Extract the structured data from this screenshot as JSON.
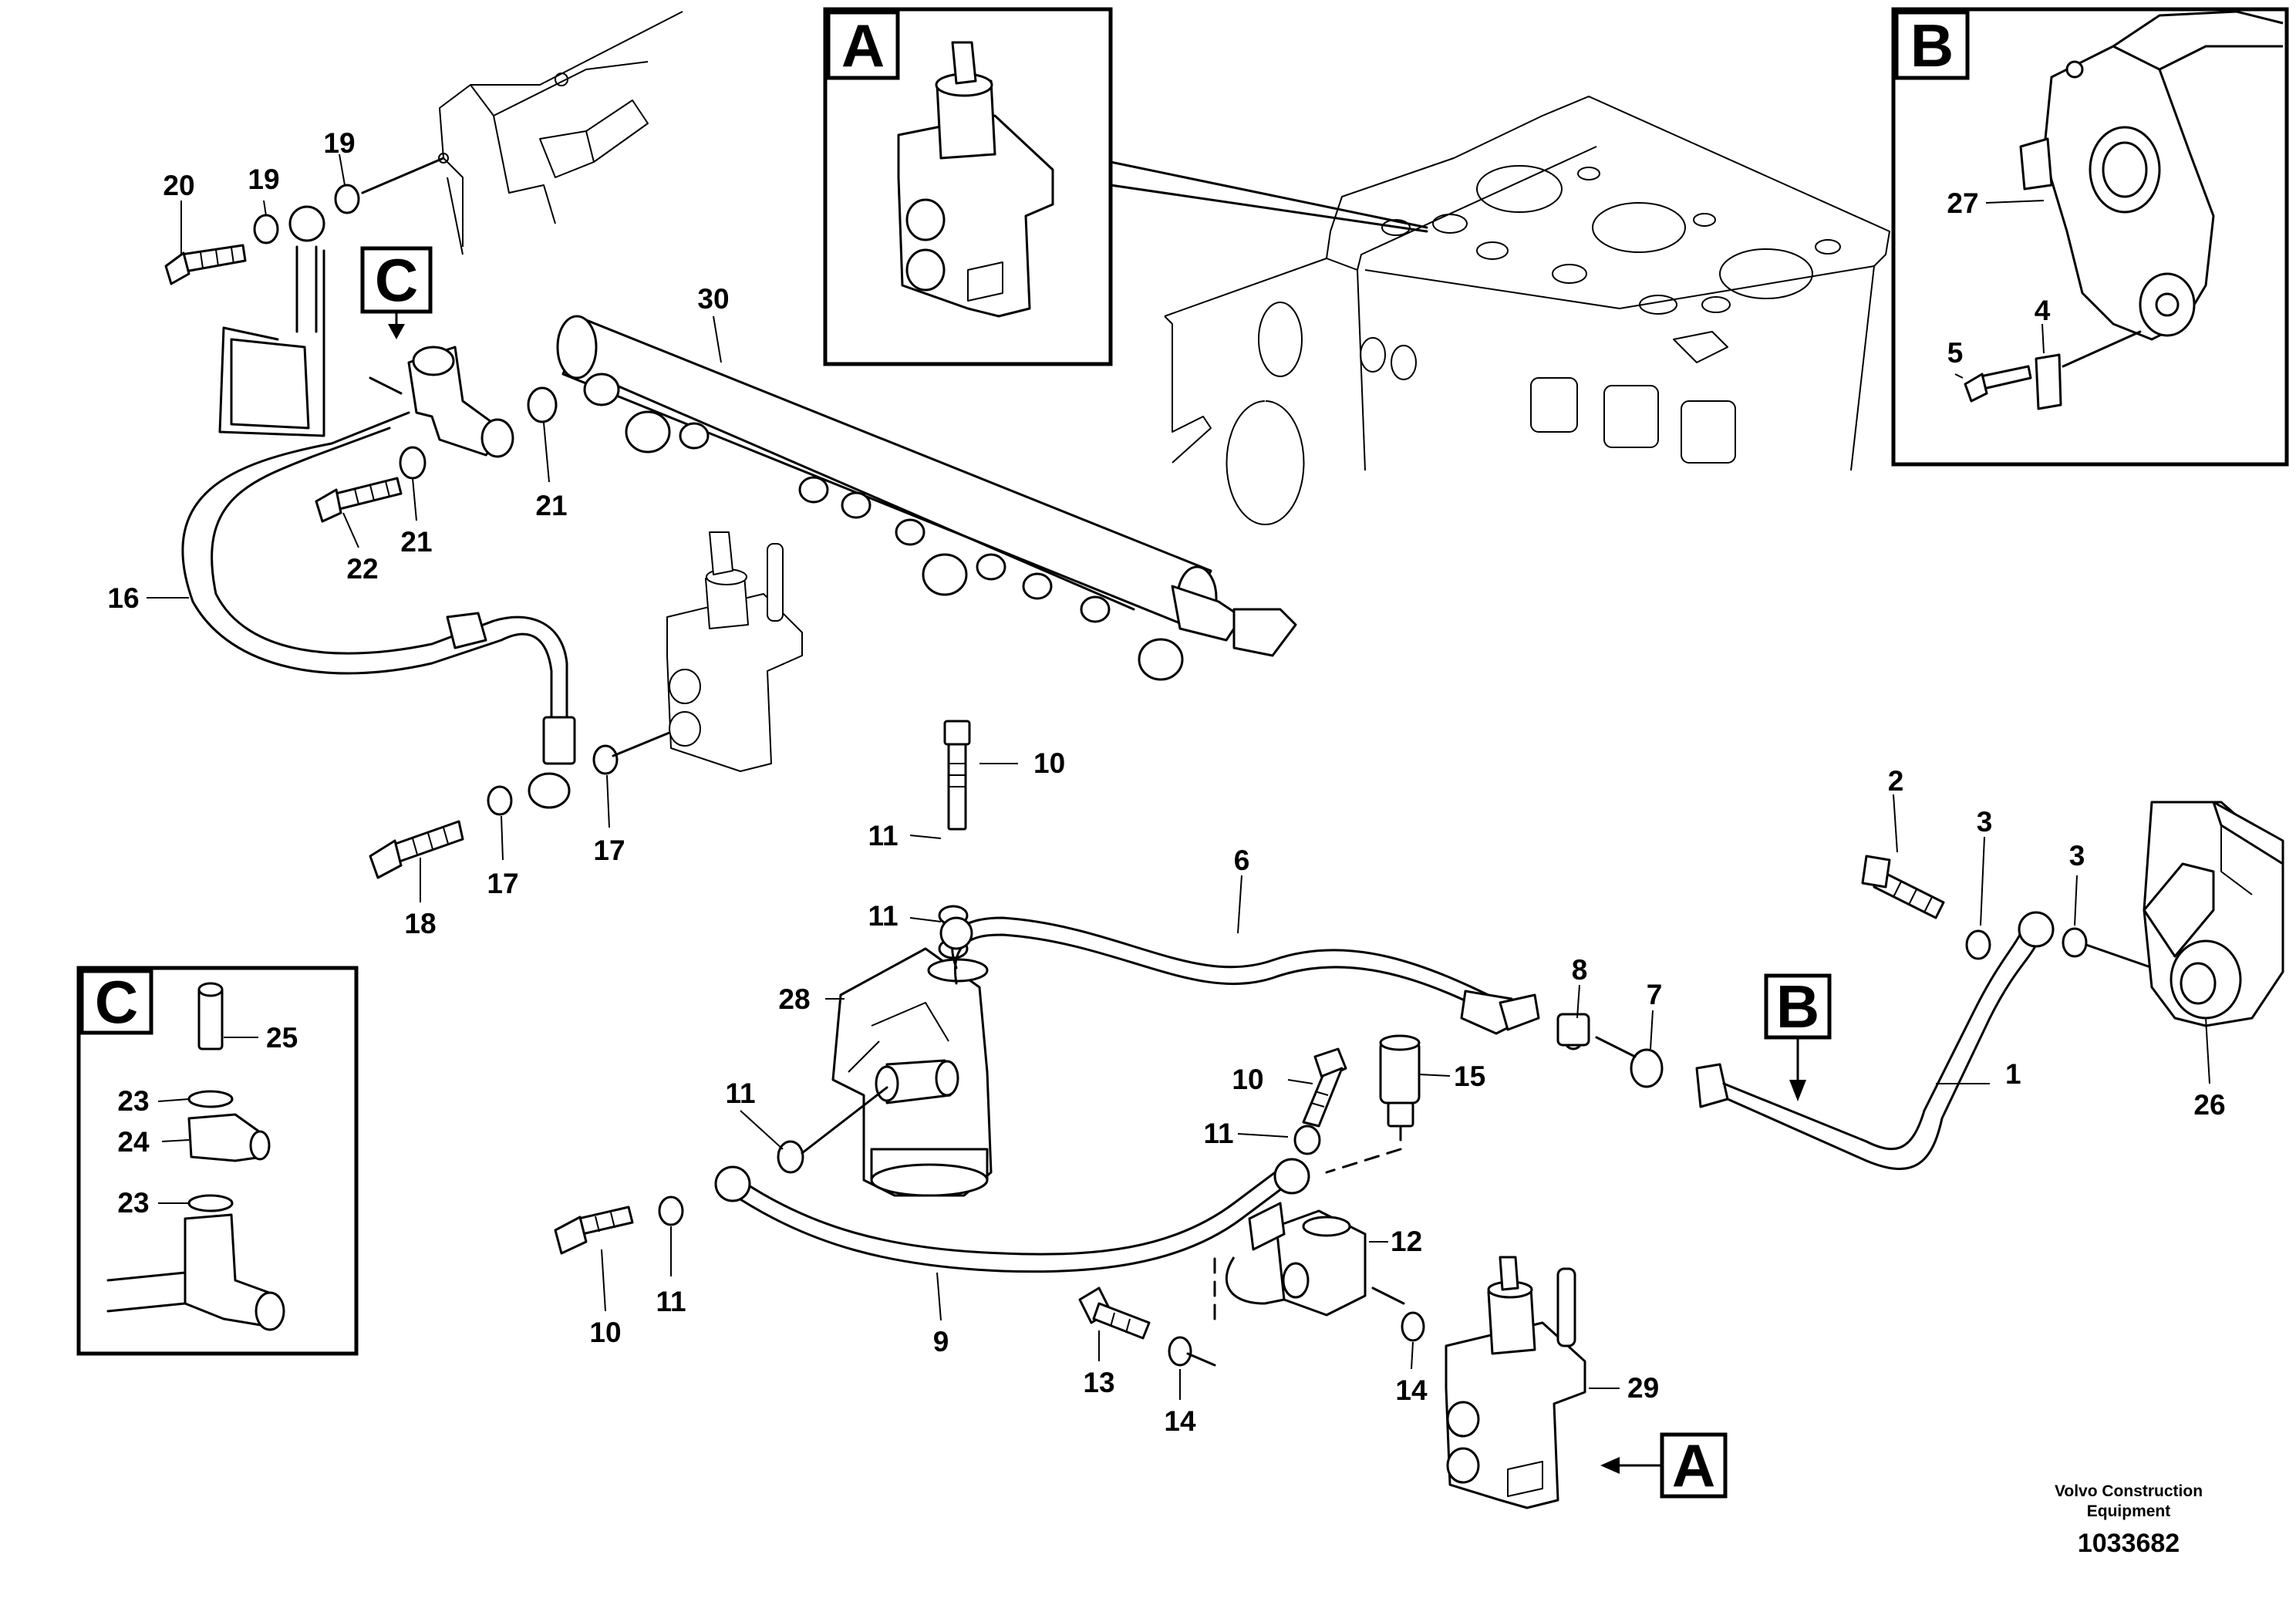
{
  "callouts": [
    {
      "id": "c1",
      "text": "1"
    },
    {
      "id": "c2",
      "text": "2"
    },
    {
      "id": "c3a",
      "text": "3"
    },
    {
      "id": "c3b",
      "text": "3"
    },
    {
      "id": "c4",
      "text": "4"
    },
    {
      "id": "c5",
      "text": "5"
    },
    {
      "id": "c6",
      "text": "6"
    },
    {
      "id": "c7",
      "text": "7"
    },
    {
      "id": "c8",
      "text": "8"
    },
    {
      "id": "c9",
      "text": "9"
    },
    {
      "id": "c10a",
      "text": "10"
    },
    {
      "id": "c10b",
      "text": "10"
    },
    {
      "id": "c10c",
      "text": "10"
    },
    {
      "id": "c11a",
      "text": "11"
    },
    {
      "id": "c11b",
      "text": "11"
    },
    {
      "id": "c11c",
      "text": "11"
    },
    {
      "id": "c11d",
      "text": "11"
    },
    {
      "id": "c11e",
      "text": "11"
    },
    {
      "id": "c12",
      "text": "12"
    },
    {
      "id": "c13",
      "text": "13"
    },
    {
      "id": "c14a",
      "text": "14"
    },
    {
      "id": "c14b",
      "text": "14"
    },
    {
      "id": "c15",
      "text": "15"
    },
    {
      "id": "c16",
      "text": "16"
    },
    {
      "id": "c17a",
      "text": "17"
    },
    {
      "id": "c17b",
      "text": "17"
    },
    {
      "id": "c18",
      "text": "18"
    },
    {
      "id": "c19a",
      "text": "19"
    },
    {
      "id": "c19b",
      "text": "19"
    },
    {
      "id": "c20",
      "text": "20"
    },
    {
      "id": "c21a",
      "text": "21"
    },
    {
      "id": "c21b",
      "text": "21"
    },
    {
      "id": "c22",
      "text": "22"
    },
    {
      "id": "c23a",
      "text": "23"
    },
    {
      "id": "c23b",
      "text": "23"
    },
    {
      "id": "c24",
      "text": "24"
    },
    {
      "id": "c25",
      "text": "25"
    },
    {
      "id": "c26",
      "text": "26"
    },
    {
      "id": "c27",
      "text": "27"
    },
    {
      "id": "c28",
      "text": "28"
    },
    {
      "id": "c29",
      "text": "29"
    },
    {
      "id": "c30",
      "text": "30"
    }
  ],
  "detail_boxes": {
    "a_inset": "A",
    "b_inset": "B",
    "c_inset": "C",
    "a_marker": "A",
    "b_marker": "B",
    "c_marker": "C"
  },
  "footer": {
    "line1": "Volvo Construction",
    "line2": "Equipment",
    "drawing_number": "1033682"
  }
}
